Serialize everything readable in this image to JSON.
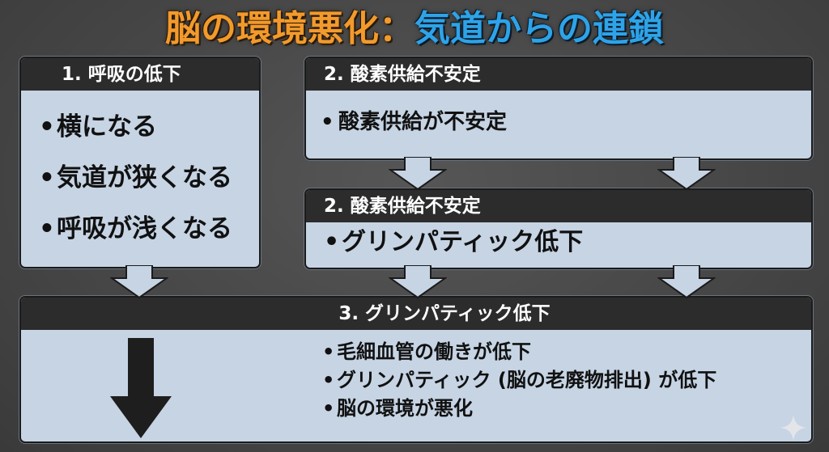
{
  "title": {
    "part1": "脳の環境悪化：",
    "part2": "気道からの連鎖"
  },
  "boxes": {
    "breathing": {
      "header": "1. 呼吸の低下",
      "items": [
        "横になる",
        "気道が狭くなる",
        "呼吸が浅くなる"
      ]
    },
    "oxygen": {
      "header": "2. 酸素供給不安定",
      "items": [
        "酸素供給が不安定"
      ]
    },
    "oxygen_glymphatic": {
      "header": "2. 酸素供給不安定",
      "items": [
        "グリンパティック低下"
      ]
    },
    "glymphatic": {
      "header": "3. グリンパティック低下",
      "items": [
        "毛細血管の働きが低下",
        "グリンパティック (脳の老廃物排出) が低下",
        "脳の環境が悪化"
      ]
    }
  },
  "colors": {
    "title_orange": "#f29a2c",
    "title_blue": "#2ea3e8",
    "box_fill": "#c6d4e4",
    "header_fill": "#2c2c2c",
    "background": "#4a4a4a",
    "big_arrow": "#1e1e1e"
  },
  "icons": {
    "sparkle": "sparkle-icon"
  }
}
